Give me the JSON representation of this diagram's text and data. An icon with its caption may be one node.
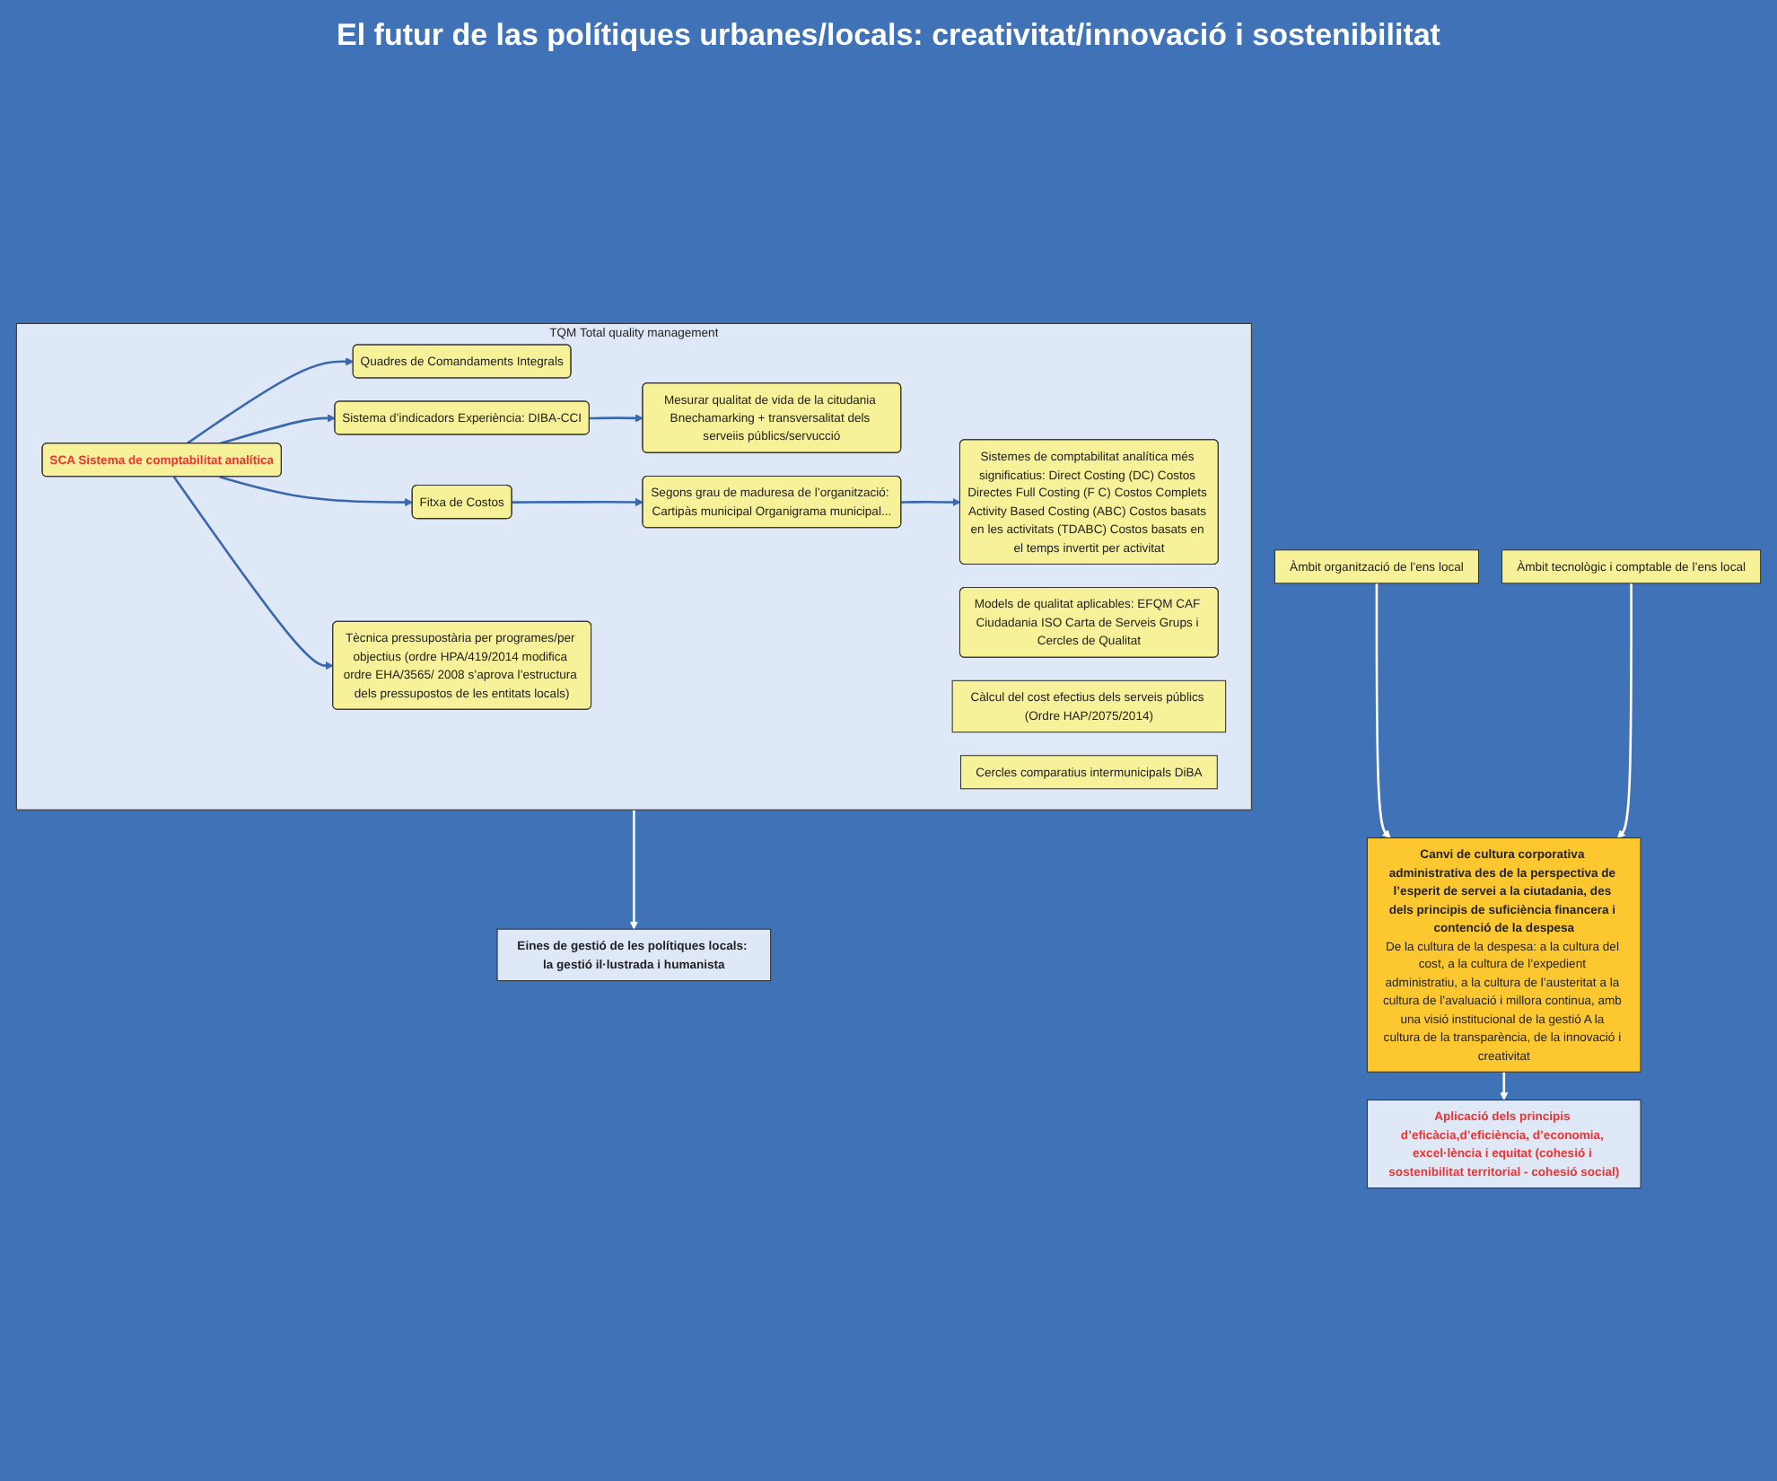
{
  "diagram": {
    "title": "El futur de las polítiques urbanes/locals: creativitat/innovació i sostenibilitat",
    "nodes": [
      {
        "text": [
          "TQM Total quality management"
        ]
      },
      {
        "text": [
          "Quadres de Comandaments Integrals"
        ],
        "in": 0
      },
      {
        "text": [
          "Models de qualitat aplicables: EFQM CAF Ciudadania ISO Carta de Serveis Grups i Cercles de Qualitat"
        ],
        "in": 0
      },
      {
        "text": [
          "Mesurar qualitat de vida de la citudania Bnechamarking + transversalitat dels serveiis públics/servucció"
        ],
        "in": 0
      },
      {
        "text": [
          "Sistema d’indicadors Experiència: DIBA-CCI"
        ],
        "in": 0
      },
      {
        "text": [
          "SCA Sistema de comptabilitat analítica"
        ],
        "in": 0
      },
      {
        "text": [
          "Fitxa de Costos"
        ],
        "in": 0
      },
      {
        "text": [
          "Segons grau de maduresa de l’organització: Cartipàs municipal Organigrama municipal..."
        ],
        "in": 0
      },
      {
        "text": [
          "Càlcul del cost efectius dels serveis públics (Ordre HAP/2075/2014)"
        ],
        "in": 0
      },
      {
        "text": [
          "Cercles comparatius intermunicipals DiBA"
        ],
        "in": 0
      },
      {
        "text": [
          "Tècnica pressupostària per programes/per objectius (ordre HPA/419/2014 modifica ordre EHA/3565/ 2008 s’aprova l’estructura dels pressupostos de les entitats locals)"
        ],
        "in": 0
      },
      {
        "text": [
          "Sistemes de comptabilitat analítica més significatius: Direct Costing (DC) Costos Directes Full Costing (F C) Costos Complets Activity Based Costing (ABC) Costos basats en les activitats (TDABC) Costos basats en el temps invertit per activitat"
        ],
        "in": 0
      },
      {
        "text": [
          "Eines de gestió de les polítiques locals: la gestió il·lustrada i humanista"
        ]
      },
      {
        "text": [
          "Àmbit organització de l’ens local"
        ]
      },
      {
        "text": [
          "Àmbit tecnològic i comptable de l’ens local"
        ]
      },
      {
        "text": [
          "Canvi de cultura corporativa administrativa des de la perspectiva de l’esperit de servei a la ciutadania, des dels principis de suficiència financera i contenció de la despesa",
          "De la cultura de la despesa: a la cultura del cost, a la cultura de l’expedient administratiu, a la cultura de l’austeritat a la cultura de l’avaluació i millora continua, amb una visió institucional de la gestió A la cultura de la transparència, de la innovació i creativitat"
        ]
      },
      {
        "text": [
          "Aplicació dels principis d’eficàcia,d’eficiència, d’economia, excel·lència i equitat (cohesió i sostenibilitat territorial - cohesió social)"
        ]
      }
    ],
    "edges": [
      {
        "from": 5,
        "to": 1,
        "arrow": "to"
      },
      {
        "from": 5,
        "to": 4,
        "arrow": "to"
      },
      {
        "from": 4,
        "to": 3,
        "arrow": "to"
      },
      {
        "from": 5,
        "to": 6,
        "arrow": "to"
      },
      {
        "from": 6,
        "to": 7,
        "arrow": "to"
      },
      {
        "from": 7,
        "to": 11,
        "arrow": "to"
      },
      {
        "from": 5,
        "to": 10,
        "arrow": "to"
      },
      {
        "from": 0,
        "to": 12,
        "arrow": "to",
        "color": "#ffffff"
      },
      {
        "from": 13,
        "to": 15,
        "arrow": "to",
        "color": "#ffffff"
      },
      {
        "from": 14,
        "to": 15,
        "arrow": "to",
        "color": "#ffffff"
      },
      {
        "from": 15,
        "to": 16,
        "arrow": "to",
        "color": "#ffffff"
      }
    ]
  }
}
